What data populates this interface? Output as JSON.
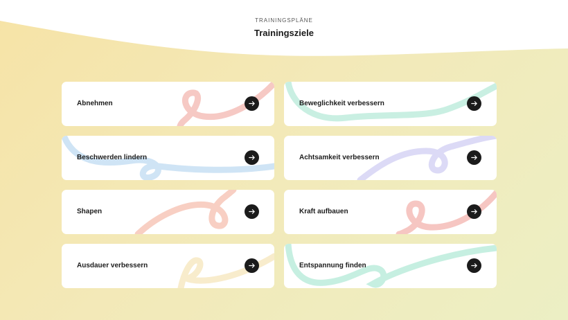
{
  "header": {
    "eyebrow": "TRAININGSPLÄNE",
    "title": "Trainingsziele"
  },
  "cards": [
    {
      "label": "Abnehmen",
      "color": "#f6c9c4"
    },
    {
      "label": "Beweglichkeit verbessern",
      "color": "#c9efe2"
    },
    {
      "label": "Beschwerden lindern",
      "color": "#cfe4f5"
    },
    {
      "label": "Achtsamkeit verbessern",
      "color": "#dcdaf6"
    },
    {
      "label": "Shapen",
      "color": "#f8cfc3"
    },
    {
      "label": "Kraft aufbauen",
      "color": "#f6c6c2"
    },
    {
      "label": "Ausdauer verbessern",
      "color": "#f8eccc"
    },
    {
      "label": "Entspannung finden",
      "color": "#c6efe1"
    }
  ],
  "icons": {
    "card_action": "arrow-right-icon"
  }
}
